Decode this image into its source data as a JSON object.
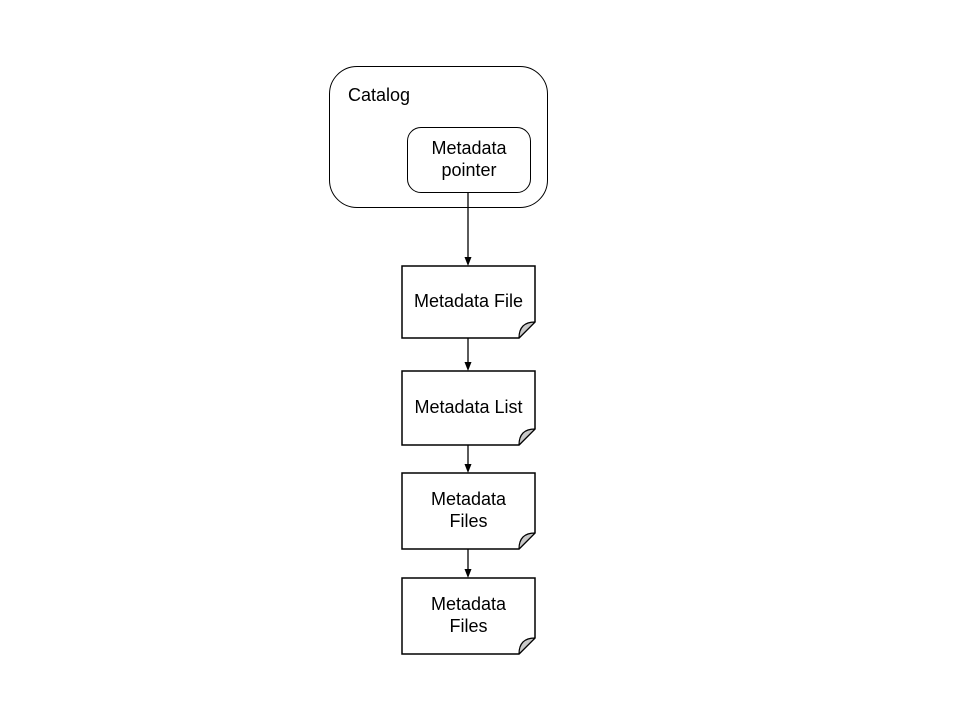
{
  "colors": {
    "background": "#ffffff",
    "line": "#000000",
    "text": "#000000",
    "shape-fill": "#ffffff",
    "flap-fill": "#c9c9c9"
  },
  "diagram": {
    "container": {
      "label": "Catalog",
      "child": {
        "label": [
          "Metadata",
          "pointer"
        ]
      }
    },
    "nodes": [
      {
        "label": [
          "Metadata File"
        ]
      },
      {
        "label": [
          "Metadata List"
        ]
      },
      {
        "label": [
          "Metadata",
          "Files"
        ]
      },
      {
        "label": [
          "Metadata",
          "Files"
        ]
      }
    ]
  }
}
